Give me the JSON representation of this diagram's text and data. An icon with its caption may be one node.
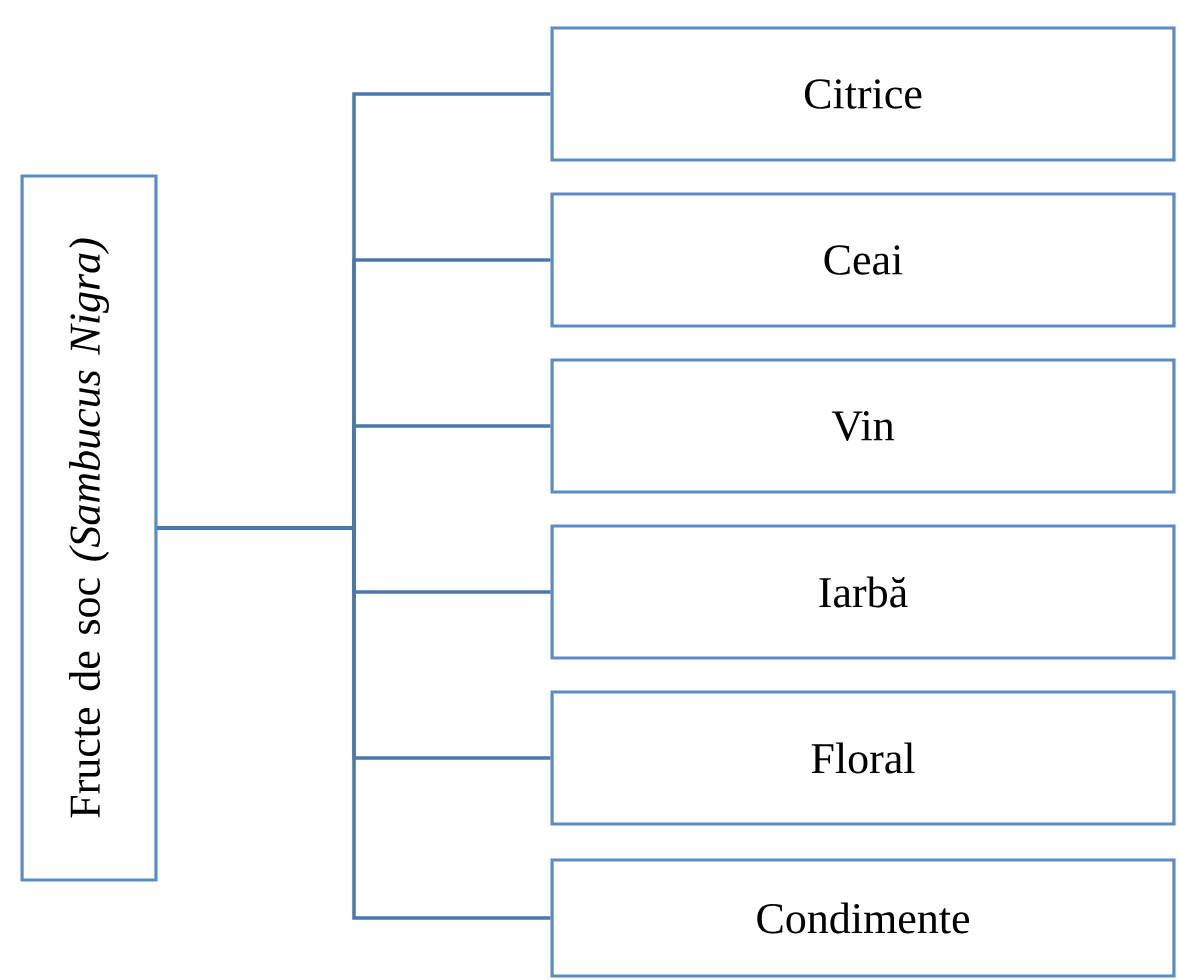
{
  "diagram": {
    "nodes": [
      {
        "text": [
          "Fructe de soc *(Sambucus Nigra)*"
        ]
      },
      {
        "text": [
          "Citrice"
        ]
      },
      {
        "text": [
          "Ceai"
        ]
      },
      {
        "text": [
          "Vin"
        ]
      },
      {
        "text": [
          "Iarbă"
        ]
      },
      {
        "text": [
          "Floral"
        ]
      },
      {
        "text": [
          "Condimente"
        ]
      }
    ],
    "edges": [
      {
        "from": 0,
        "to": 1,
        "arrow": "none"
      },
      {
        "from": 0,
        "to": 2,
        "arrow": "none"
      },
      {
        "from": 0,
        "to": 3,
        "arrow": "none"
      },
      {
        "from": 0,
        "to": 4,
        "arrow": "none"
      },
      {
        "from": 0,
        "to": 5,
        "arrow": "none"
      },
      {
        "from": 0,
        "to": 6,
        "arrow": "none"
      }
    ]
  }
}
